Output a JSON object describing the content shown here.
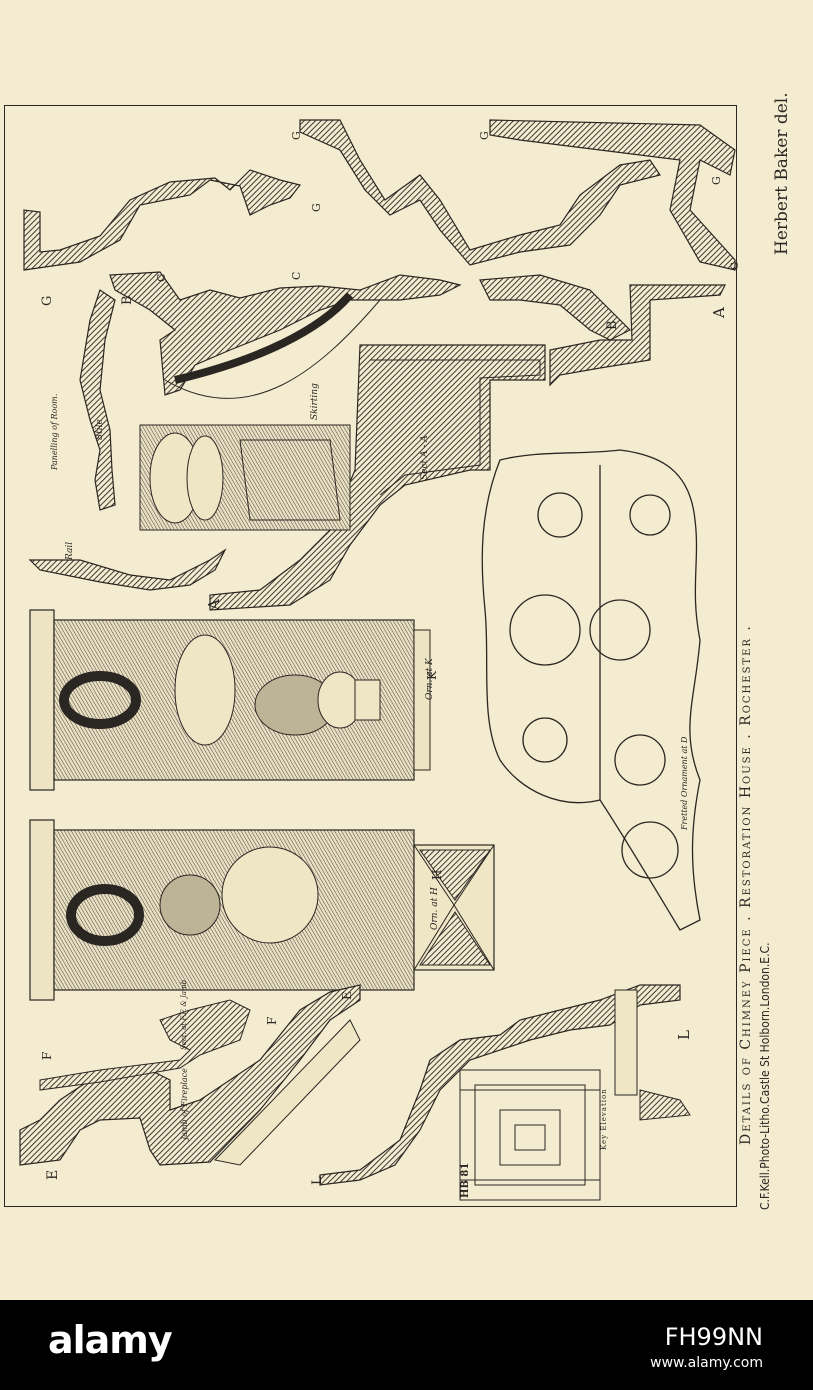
{
  "plate": {
    "title": "Details of Chimney Piece . Restoration House . Rochester .",
    "credit_artist": "Herbert Baker del.",
    "credit_printer": "C.F.Kell.Photo-Litho.Castle St Holborn.London.E.C.",
    "panel_labels": {
      "panelling": "Panelling of Room.",
      "rail": "Rail",
      "stile": "Stile",
      "skirting": "Skirting",
      "sect_a": "Sect A - A",
      "fretted": "Fretted Ornament at D",
      "orn_k": "Orn. at K",
      "orn_h": "Orn. at H",
      "key_elevation": "Key Elevation",
      "jamb": "Jamb of Fireplace",
      "sect_f": "Sect. at F.F. & Jamb",
      "monogram": "HB 81"
    },
    "letters": [
      "A",
      "A",
      "B",
      "B",
      "C",
      "C",
      "E",
      "E",
      "F",
      "F",
      "G",
      "G",
      "G",
      "G",
      "G",
      "G",
      "K",
      "H",
      "L",
      "L"
    ]
  },
  "footer": {
    "brand": "alamy",
    "image_id": "FH99NN",
    "site": "www.alamy.com"
  },
  "colors": {
    "paper": "#f4ecd0",
    "ink": "#2a2622",
    "footer": "#000000"
  }
}
